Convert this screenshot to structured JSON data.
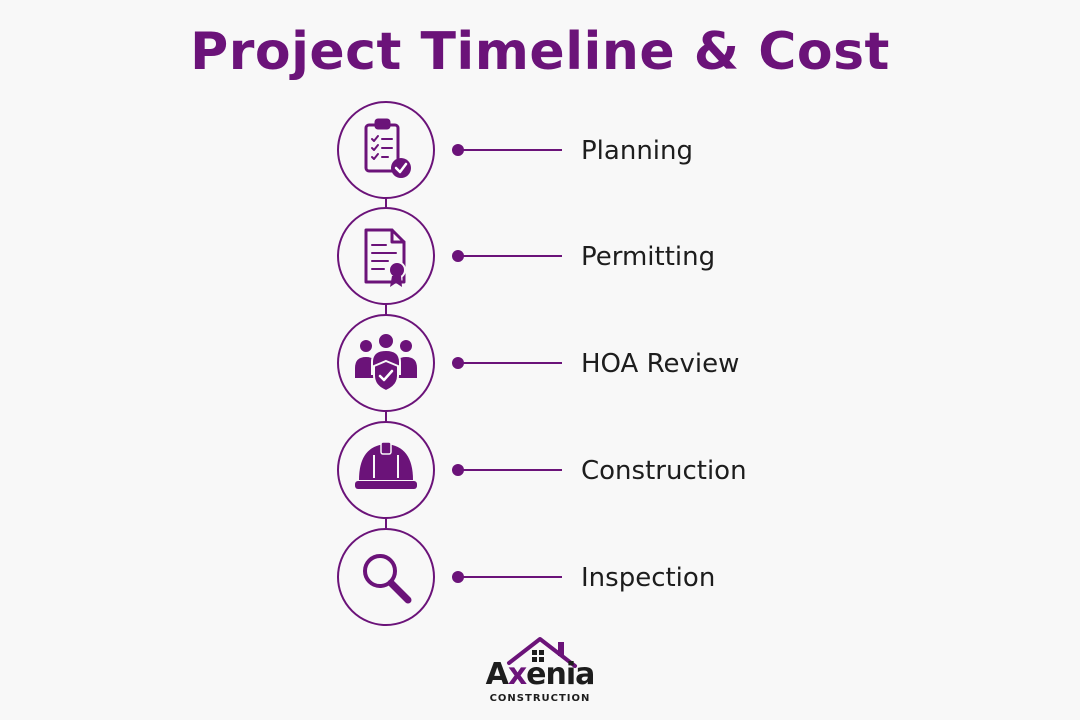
{
  "title": "Project Timeline & Cost",
  "accent_color": "#6b1379",
  "text_color": "#1d1d1d",
  "steps": [
    {
      "label": "Planning",
      "icon": "clipboard-check-icon"
    },
    {
      "label": "Permitting",
      "icon": "certificate-document-icon"
    },
    {
      "label": "HOA Review",
      "icon": "team-shield-icon"
    },
    {
      "label": "Construction",
      "icon": "hard-hat-icon"
    },
    {
      "label": "Inspection",
      "icon": "magnifying-glass-icon"
    }
  ],
  "logo": {
    "word_prefix": "A",
    "word_accent": "x",
    "word_suffix": "enia",
    "subtitle": "CONSTRUCTION",
    "icon": "house-icon"
  }
}
